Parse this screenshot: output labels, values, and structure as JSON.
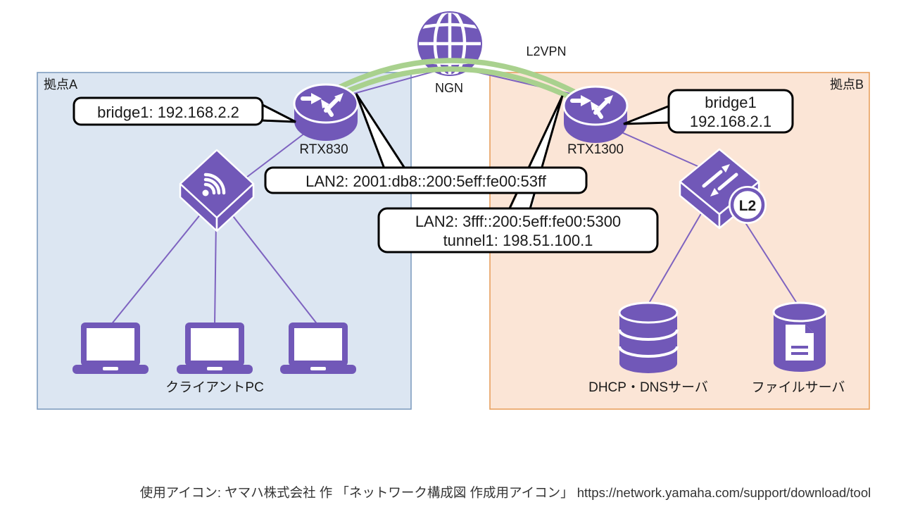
{
  "wan": {
    "cloud_label": "NGN",
    "tunnel_label": "L2VPN"
  },
  "site_a": {
    "label": "拠点A",
    "router_name": "RTX830",
    "clients_label": "クライアントPC",
    "callout_bridge": "bridge1: 192.168.2.2",
    "callout_lan2": "LAN2: 2001:db8::200:5eff:fe00:53ff"
  },
  "site_b": {
    "label": "拠点B",
    "router_name": "RTX1300",
    "switch_badge": "L2",
    "server_dhcp_dns_label": "DHCP・DNSサーバ",
    "server_file_label": "ファイルサーバ",
    "callout_bridge_line1": "bridge1",
    "callout_bridge_line2": "192.168.2.1",
    "callout_lan2_line1": "LAN2: 3fff::200:5eff:fe00:5300",
    "callout_lan2_line2": "tunnel1: 198.51.100.1"
  },
  "footer": {
    "credit": "使用アイコン: ヤマハ株式会社 作 「ネットワーク構成図 作成用アイコン」 https://network.yamaha.com/support/download/tool"
  },
  "colors": {
    "icon_purple": "#7158B8",
    "link_purple": "#7E63C0",
    "tunnel_green": "#A9D18E",
    "site_a_fill": "#DCE6F2",
    "site_a_border": "#7F9DBF",
    "site_b_fill": "#FBE5D6",
    "site_b_border": "#E8A05E",
    "callout_border": "#000000"
  }
}
